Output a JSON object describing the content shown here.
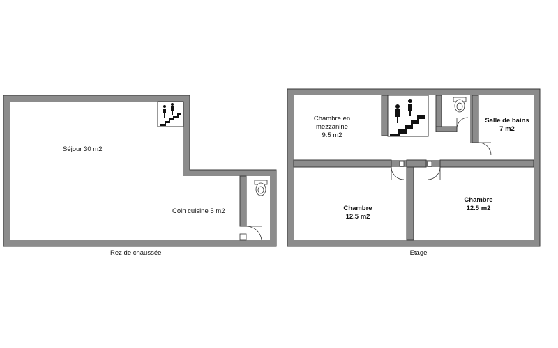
{
  "ground_floor": {
    "caption": "Rez de chaussée",
    "rooms": {
      "sejour": "Séjour 30 m2",
      "cuisine": "Coin cuisine 5 m2"
    }
  },
  "upper_floor": {
    "caption": "Etage",
    "rooms": {
      "mezzanine_line1": "Chambre en",
      "mezzanine_line2": "mezzanine",
      "mezzanine_line3": "9.5 m2",
      "bath_line1": "Salle de bains",
      "bath_line2": "7 m2",
      "bed1_line1": "Chambre",
      "bed1_line2": "12.5 m2",
      "bed2_line1": "Chambre",
      "bed2_line2": "12.5 m2"
    }
  },
  "icons": [
    "stairs-icon",
    "toilet-icon",
    "door-icon"
  ]
}
